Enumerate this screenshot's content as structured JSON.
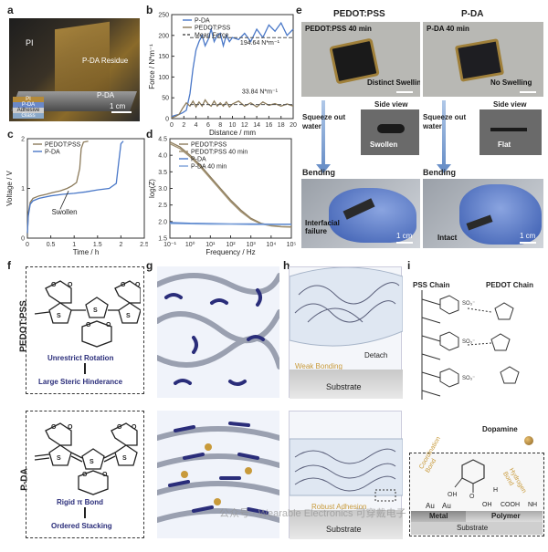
{
  "panels": {
    "a": {
      "label": "a",
      "pi_label": "PI",
      "residue_label": "P-DA Residue",
      "pda_label": "P-DA",
      "scalebar": "1 cm",
      "legend": [
        "PI",
        "P-DA",
        "Adhesive",
        "Glass"
      ]
    },
    "b": {
      "label": "b"
    },
    "c": {
      "label": "c",
      "swollen": "Swollen"
    },
    "d": {
      "label": "d"
    },
    "e": {
      "label": "e",
      "col1_title": "PEDOT:PSS",
      "col2_title": "P-DA",
      "photo1_title": "PEDOT:PSS 40 min",
      "photo1_caption": "Distinct Swelling",
      "photo2_title": "P-DA 40 min",
      "photo2_caption": "No Swelling",
      "squeeze": "Squeeze out water",
      "side_view": "Side view",
      "swollen": "Swollen",
      "flat": "Flat",
      "bending": "Bending",
      "interfacial_failure": "Interfacial failure",
      "intact": "Intact",
      "scalebar": "1 cm"
    },
    "f": {
      "label": "f",
      "row1_side": "PEDOT:PSS",
      "row2_side": "P-DA",
      "rot": "Unrestrict Rotation",
      "steric": "Large Steric Hinderance",
      "rigid": "Rigid π Bond",
      "ordered": "Ordered Stacking"
    },
    "g": {
      "label": "g"
    },
    "h": {
      "label": "h",
      "detach": "Detach",
      "weak": "Weak Bonding",
      "substrate1": "Substrate",
      "robust": "Robust Adhesion",
      "substrate2": "Substrate"
    },
    "i": {
      "label": "i",
      "pss_chain": "PSS Chain",
      "pedot_chain": "PEDOT Chain",
      "dopamine": "Dopamine",
      "coordination": "Coordination Bond",
      "hydrogen": "Hydrogen Bond",
      "au1": "Au",
      "au2": "Au",
      "oh": "OH",
      "cooh": "COOH",
      "nh2": "NH",
      "h": "H",
      "metal": "Metal",
      "polymer": "Polymer",
      "substrate": "Substrate",
      "watermark": "公众号 · Wearable Electronics 可穿戴电子"
    }
  },
  "chart_data": [
    {
      "id": "b",
      "type": "line",
      "xlabel": "Distance / mm",
      "ylabel": "Force / N*m⁻¹",
      "xlim": [
        0,
        20
      ],
      "ylim": [
        0,
        250
      ],
      "xticks": [
        0,
        2,
        4,
        6,
        8,
        10,
        12,
        14,
        16,
        18,
        20
      ],
      "yticks": [
        0,
        50,
        100,
        150,
        200,
        250
      ],
      "legend": [
        "P-DA",
        "PEDOT:PSS",
        "Mean Force"
      ],
      "annotations": [
        "194.64 N*m⁻¹",
        "33.84 N*m⁻¹"
      ],
      "series": [
        {
          "name": "P-DA",
          "color": "#4a78c8",
          "x": [
            0,
            0.6,
            1.2,
            1.8,
            2.4,
            3.0,
            3.5,
            4.0,
            4.5,
            5.0,
            5.5,
            6.0,
            6.5,
            7.0,
            7.5,
            8.0,
            8.5,
            9.0,
            9.5,
            10,
            11,
            12,
            13,
            14,
            15,
            16,
            17,
            18,
            19,
            20
          ],
          "y": [
            5,
            8,
            10,
            14,
            20,
            60,
            120,
            165,
            185,
            200,
            175,
            190,
            215,
            185,
            200,
            205,
            175,
            200,
            185,
            195,
            190,
            205,
            185,
            215,
            195,
            225,
            210,
            230,
            200,
            215
          ]
        },
        {
          "name": "PEDOT:PSS",
          "color": "#8b7a5a",
          "x": [
            0,
            0.6,
            1.2,
            1.8,
            2.4,
            3.0,
            3.5,
            4.0,
            4.5,
            5.0,
            5.5,
            6.0,
            6.5,
            7.0,
            7.5,
            8.0,
            8.5,
            9.0,
            9.5,
            10,
            11,
            12,
            13,
            14,
            15,
            16,
            17,
            18,
            19,
            20
          ],
          "y": [
            2,
            5,
            10,
            25,
            38,
            30,
            42,
            28,
            40,
            30,
            45,
            35,
            30,
            42,
            30,
            38,
            30,
            40,
            28,
            35,
            42,
            30,
            38,
            28,
            40,
            32,
            36,
            30,
            35,
            30
          ]
        },
        {
          "name": "Mean Force",
          "color": "#555555",
          "dash": true,
          "x": [
            3,
            20
          ],
          "y": [
            194.64,
            194.64
          ]
        },
        {
          "name": "Mean Force PEDOT",
          "color": "#555555",
          "dash": true,
          "x": [
            3,
            20
          ],
          "y": [
            33.84,
            33.84
          ]
        }
      ]
    },
    {
      "id": "c",
      "type": "line",
      "xlabel": "Time / h",
      "ylabel": "Voltage / V",
      "xlim": [
        0,
        2.5
      ],
      "ylim": [
        0,
        2
      ],
      "xticks": [
        0,
        0.5,
        1.0,
        1.5,
        2.0,
        2.5
      ],
      "yticks": [
        0,
        1,
        2
      ],
      "legend": [
        "PEDOT:PSS",
        "P-DA"
      ],
      "series": [
        {
          "name": "PEDOT:PSS",
          "color": "#8b7a5a",
          "x": [
            0,
            0.02,
            0.06,
            0.12,
            0.25,
            0.4,
            0.55,
            0.7,
            0.85,
            0.95,
            1.05,
            1.12,
            1.15,
            1.2,
            1.3
          ],
          "y": [
            0.1,
            0.5,
            0.72,
            0.8,
            0.85,
            0.88,
            0.92,
            0.95,
            1.0,
            1.05,
            1.12,
            1.4,
            1.8,
            1.93,
            1.95
          ]
        },
        {
          "name": "P-DA",
          "color": "#4a78c8",
          "x": [
            0,
            0.02,
            0.06,
            0.12,
            0.25,
            0.5,
            0.75,
            1.0,
            1.25,
            1.5,
            1.75,
            1.9,
            1.95,
            2.0,
            2.05
          ],
          "y": [
            0.1,
            0.45,
            0.68,
            0.75,
            0.8,
            0.85,
            0.88,
            0.9,
            0.93,
            0.97,
            1.0,
            1.1,
            1.5,
            1.9,
            1.95
          ]
        }
      ]
    },
    {
      "id": "d",
      "type": "line",
      "xlabel": "Frequency / Hz",
      "ylabel": "log(Z)",
      "xlim": [
        -1,
        5
      ],
      "ylim": [
        1.5,
        4.5
      ],
      "xticks": [
        -1,
        0,
        1,
        2,
        3,
        4,
        5
      ],
      "xticklabels": [
        "10⁻¹",
        "10⁰",
        "10¹",
        "10²",
        "10³",
        "10⁴",
        "10⁵"
      ],
      "yticks": [
        1.5,
        2.0,
        2.5,
        3.0,
        3.5,
        4.0,
        4.5
      ],
      "yticklabels": [
        "1.5",
        "2.0",
        "2.5",
        "3.0",
        "3.5",
        "4.0",
        "4.5"
      ],
      "legend": [
        "PEDOT:PSS",
        "PEDOT:PSS 40 min",
        "P-DA",
        "P-DA 40 min"
      ],
      "series": [
        {
          "name": "PEDOT:PSS",
          "color": "#8b7a5a",
          "x": [
            -1,
            -0.5,
            0,
            0.5,
            1,
            1.5,
            2,
            2.5,
            3,
            3.5,
            4,
            4.5,
            5
          ],
          "y": [
            4.4,
            4.25,
            4.0,
            3.7,
            3.35,
            3.0,
            2.65,
            2.35,
            2.1,
            1.95,
            1.88,
            1.85,
            1.84
          ]
        },
        {
          "name": "PEDOT:PSS 40 min",
          "color": "#a09070",
          "x": [
            -1,
            -0.5,
            0,
            0.5,
            1,
            1.5,
            2,
            2.5,
            3,
            3.5,
            4,
            4.5,
            5
          ],
          "y": [
            4.35,
            4.2,
            3.95,
            3.65,
            3.3,
            2.95,
            2.6,
            2.3,
            2.07,
            1.93,
            1.87,
            1.84,
            1.83
          ]
        },
        {
          "name": "P-DA",
          "color": "#4a78c8",
          "x": [
            -1,
            0,
            1,
            2,
            3,
            4,
            5
          ],
          "y": [
            1.97,
            1.95,
            1.94,
            1.93,
            1.93,
            1.92,
            1.92
          ]
        },
        {
          "name": "P-DA 40 min",
          "color": "#7aa0d8",
          "x": [
            -1,
            0,
            1,
            2,
            3,
            4,
            5
          ],
          "y": [
            1.94,
            1.93,
            1.92,
            1.92,
            1.91,
            1.91,
            1.91
          ]
        }
      ]
    }
  ],
  "colors": {
    "pda": "#4a78c8",
    "pedot": "#8b7a5a",
    "navy": "#2a2d7a",
    "gold": "#c89a3a"
  }
}
